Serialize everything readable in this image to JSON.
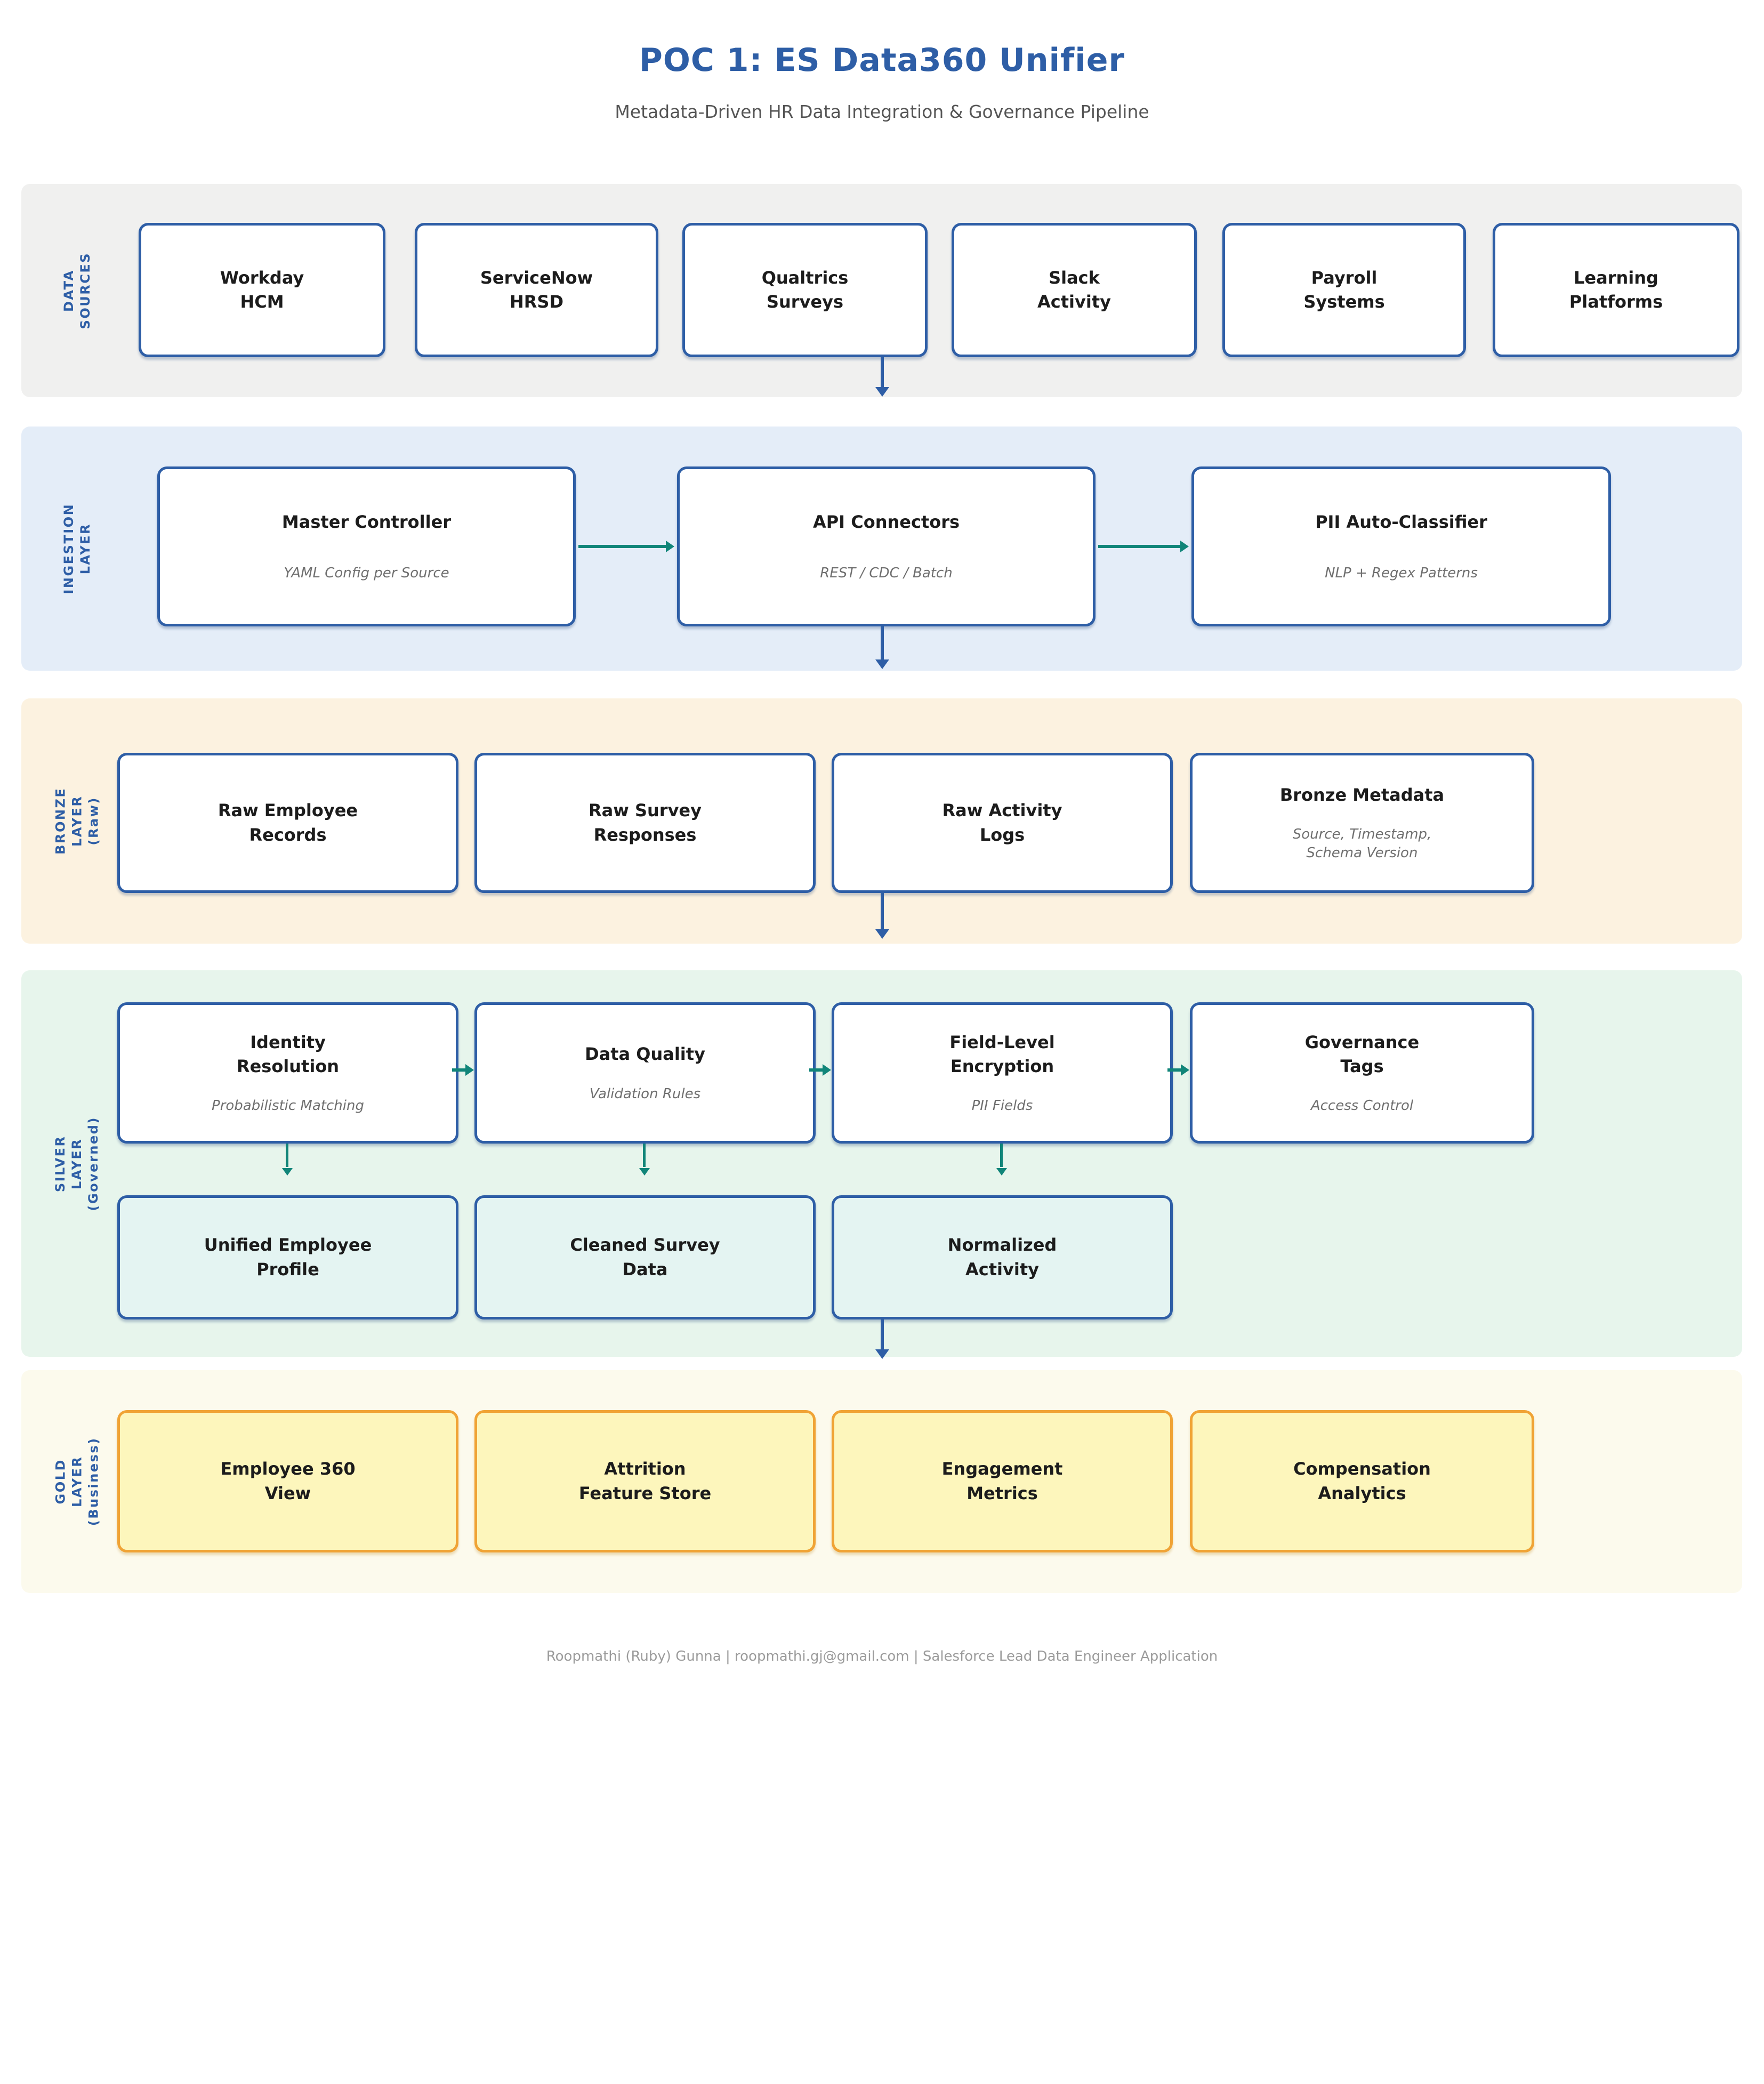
{
  "header": {
    "title": "POC 1: ES Data360 Unifier",
    "subtitle": "Metadata-Driven HR Data Integration & Governance Pipeline"
  },
  "colors": {
    "blue": "#2e5ea6",
    "teal": "#118579",
    "band_sources": "#f0f0ef",
    "band_ingestion": "#e4edf8",
    "band_bronze": "#fcf2e0",
    "band_silver": "#e7f5ec",
    "band_gold": "#fcfaed",
    "silver_out_fill": "#e4f4f2",
    "gold_fill": "#fdf6bc",
    "gold_border": "#f0a335"
  },
  "layers": {
    "sources": {
      "label": "DATA\nSOURCES",
      "nodes": [
        {
          "title": "Workday\nHCM"
        },
        {
          "title": "ServiceNow\nHRSD"
        },
        {
          "title": "Qualtrics\nSurveys"
        },
        {
          "title": "Slack\nActivity"
        },
        {
          "title": "Payroll\nSystems"
        },
        {
          "title": "Learning\nPlatforms"
        }
      ]
    },
    "ingestion": {
      "label": "INGESTION\nLAYER",
      "nodes": [
        {
          "title": "Master Controller",
          "subtitle": "YAML Config per Source"
        },
        {
          "title": "API Connectors",
          "subtitle": "REST / CDC / Batch"
        },
        {
          "title": "PII Auto-Classifier",
          "subtitle": "NLP + Regex Patterns"
        }
      ]
    },
    "bronze": {
      "label": "BRONZE\nLAYER\n(Raw)",
      "nodes": [
        {
          "title": "Raw Employee\nRecords"
        },
        {
          "title": "Raw Survey\nResponses"
        },
        {
          "title": "Raw Activity\nLogs"
        },
        {
          "title": "Bronze Metadata",
          "subtitle": "Source, Timestamp,\nSchema Version"
        }
      ]
    },
    "silver": {
      "label": "SILVER\nLAYER\n(Governed)",
      "process_nodes": [
        {
          "title": "Identity\nResolution",
          "subtitle": "Probabilistic Matching"
        },
        {
          "title": "Data Quality",
          "subtitle": "Validation Rules"
        },
        {
          "title": "Field-Level\nEncryption",
          "subtitle": "PII Fields"
        },
        {
          "title": "Governance\nTags",
          "subtitle": "Access Control"
        }
      ],
      "output_nodes": [
        {
          "title": "Unified Employee\nProfile"
        },
        {
          "title": "Cleaned Survey\nData"
        },
        {
          "title": "Normalized\nActivity"
        }
      ]
    },
    "gold": {
      "label": "GOLD\nLAYER\n(Business)",
      "nodes": [
        {
          "title": "Employee 360\nView"
        },
        {
          "title": "Attrition\nFeature Store"
        },
        {
          "title": "Engagement\nMetrics"
        },
        {
          "title": "Compensation\nAnalytics"
        }
      ]
    }
  },
  "footer": {
    "text": "Roopmathi (Ruby) Gunna  |  roopmathi.gj@gmail.com  |  Salesforce Lead Data Engineer Application"
  }
}
